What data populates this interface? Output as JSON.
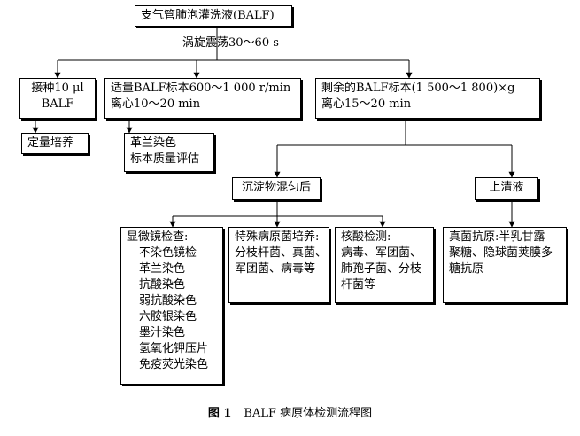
{
  "flowchart": {
    "root": "支气管肺泡灌洗液(BALF)",
    "vortex_step": "涡旋震荡30～60 s",
    "inoculate": [
      "接种10 μl",
      "BALF"
    ],
    "quant_culture": "定量培养",
    "centrifuge_small": [
      "适量BALF标本600～1 000 r/min",
      "离心10～20 min"
    ],
    "gram_eval": [
      "革兰染色",
      "标本质量评估"
    ],
    "centrifuge_large": [
      "剩余的BALF标本(1 500～1 800)×g",
      "离心15～20 min"
    ],
    "sediment": "沉淀物混匀后",
    "supernatant": "上清液",
    "microscopy": {
      "title": "显微镜检查:",
      "items": [
        "不染色镜检",
        "革兰染色",
        "抗酸染色",
        "弱抗酸染色",
        "六胺银染色",
        "墨汁染色",
        "氢氧化钾压片",
        "免疫荧光染色"
      ]
    },
    "special_culture": [
      "特殊病原菌培养:",
      "分枝杆菌、真菌、",
      "军团菌、病毒等"
    ],
    "nucleic_acid": [
      "核酸检测:",
      "病毒、军团菌、",
      "肺孢子菌、分枝",
      "杆菌等"
    ],
    "fungal_antigen": [
      "真菌抗原:半乳甘露",
      "聚糖、隐球菌荚膜多",
      "糖抗原"
    ]
  },
  "caption": {
    "figure_no": "图 1",
    "text": "BALF 病原体检测流程图"
  }
}
